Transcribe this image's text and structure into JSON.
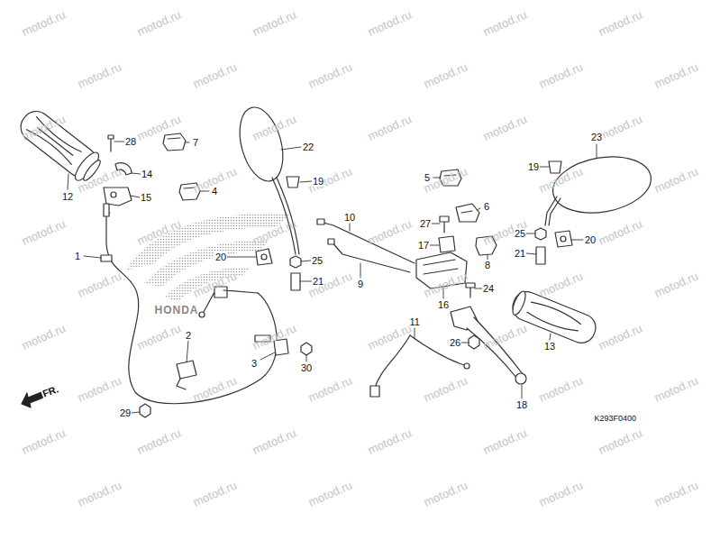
{
  "diagram": {
    "labels": [
      "28",
      "7",
      "22",
      "23",
      "19",
      "19",
      "14",
      "5",
      "12",
      "15",
      "4",
      "10",
      "6",
      "27",
      "25",
      "25",
      "20",
      "20",
      "17",
      "21",
      "21",
      "8",
      "1",
      "9",
      "24",
      "16",
      "11",
      "13",
      "2",
      "26",
      "3",
      "30",
      "29",
      "18",
      "K293F0400",
      "FR.",
      "HONDA",
      "motod.ru",
      "motod.ru",
      "motod.ru",
      "motod.ru",
      "motod.ru",
      "motod.ru",
      "motod.ru",
      "motod.ru",
      "motod.ru",
      "motod.ru",
      "motod.ru",
      "motod.ru",
      "motod.ru",
      "motod.ru",
      "motod.ru",
      "motod.ru",
      "motod.ru",
      "motod.ru",
      "motod.ru",
      "motod.ru",
      "motod.ru",
      "motod.ru",
      "motod.ru",
      "motod.ru",
      "motod.ru",
      "motod.ru",
      "motod.ru",
      "motod.ru",
      "motod.ru",
      "motod.ru",
      "motod.ru",
      "motod.ru",
      "motod.ru",
      "motod.ru",
      "motod.ru",
      "motod.ru",
      "motod.ru",
      "motod.ru",
      "motod.ru",
      "motod.ru",
      "motod.ru",
      "motod.ru",
      "motod.ru",
      "motod.ru",
      "motod.ru",
      "motod.ru",
      "motod.ru",
      "motod.ru",
      "motod.ru",
      "motod.ru",
      "motod.ru",
      "motod.ru",
      "motod.ru",
      "motod.ru",
      "motod.ru",
      "motod.ru",
      "motod.ru",
      "motod.ru",
      "motod.ru",
      "motod.ru"
    ]
  }
}
